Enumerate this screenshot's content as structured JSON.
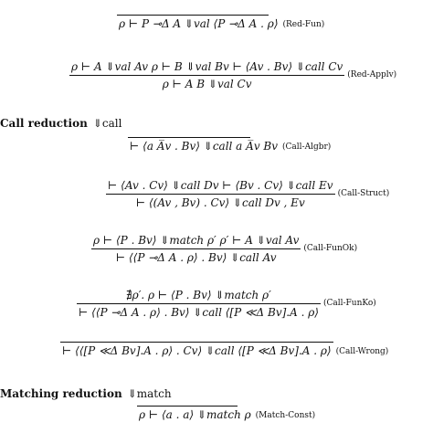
{
  "rules": {
    "red_fun": {
      "premise": "",
      "conclusion": "ρ ⊢ P ⊸Δ A ⇓val ⟨P ⊸Δ A . ρ⟩",
      "name": "(Red-Fun)"
    },
    "red_appl": {
      "premise": "ρ ⊢ A ⇓val Av    ρ ⊢ B ⇓val Bv    ⊢ ⟨Av . Bv⟩ ⇓call Cv",
      "conclusion": "ρ ⊢ A B ⇓val Cv",
      "name": "(Red-Applv)"
    },
    "call_algbr": {
      "premise": "",
      "conclusion": "⊢ ⟨a A̅v . Bv⟩ ⇓call a A̅v Bv",
      "name": "(Call-Algbr)"
    },
    "call_struct": {
      "premise": "⊢ ⟨Av . Cv⟩ ⇓call Dv    ⊢ ⟨Bv . Cv⟩ ⇓call Ev",
      "conclusion": "⊢ ⟨(Av , Bv) . Cv⟩ ⇓call Dv , Ev",
      "name": "(Call-Struct)"
    },
    "call_funok": {
      "premise": "ρ ⊢ ⟨P . Bv⟩ ⇓match ρ′    ρ′ ⊢ A ⇓val Av",
      "conclusion": "⊢ ⟨⟨P ⊸Δ A . ρ⟩ . Bv⟩ ⇓call Av",
      "name": "(Call-FunOk)"
    },
    "call_funko": {
      "premise": "∄ρ′. ρ ⊢ ⟨P . Bv⟩ ⇓match ρ′",
      "conclusion": "⊢ ⟨⟨P ⊸Δ A . ρ⟩ . Bv⟩ ⇓call ⟨[P ≪Δ Bv].A . ρ⟩",
      "name": "(Call-FunKo)"
    },
    "call_wrong": {
      "premise": "",
      "conclusion": "⊢ ⟨⟨[P ≪Δ Bv].A . ρ⟩ . Cv⟩ ⇓call ⟨[P ≪Δ Bv].A . ρ⟩",
      "name": "(Call-Wrong)"
    },
    "match_const": {
      "premise": "",
      "conclusion": "ρ ⊢ ⟨a . a⟩ ⇓match ρ",
      "name": "(Match-Const)"
    }
  },
  "sections": {
    "call": {
      "title": "Call reduction",
      "symbol": "⇓call"
    },
    "matching": {
      "title": "Matching reduction",
      "symbol": "⇓match"
    }
  }
}
